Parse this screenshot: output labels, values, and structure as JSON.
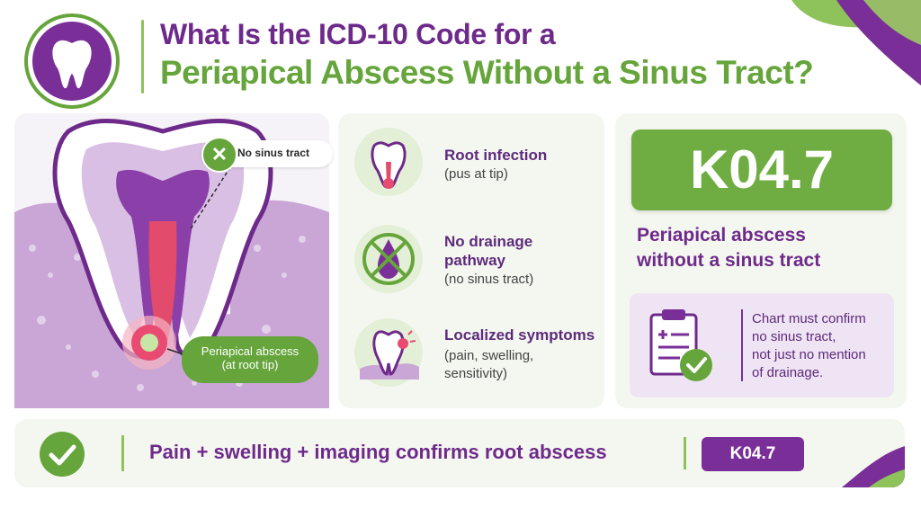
{
  "title": {
    "line1": "What Is the ICD-10 Code for a",
    "line2": "Periapical Abscess Without a Sinus Tract?"
  },
  "diagram": {
    "no_sinus_label": "No sinus tract",
    "abscess_label_line1": "Periapical abscess",
    "abscess_label_line2": "(at root tip)"
  },
  "features": [
    {
      "title": "Root infection",
      "sub": "(pus at tip)",
      "icon": "tooth-infection-icon"
    },
    {
      "title_line1": "No drainage",
      "title_line2": "pathway",
      "sub": "(no sinus tract)",
      "icon": "no-drainage-icon"
    },
    {
      "title": "Localized symptoms",
      "sub_line1": "(pain, swelling,",
      "sub_line2": "sensitivity)",
      "icon": "swollen-tooth-icon"
    }
  ],
  "code_card": {
    "code": "K04.7",
    "desc_line1": "Periapical abscess",
    "desc_line2": "without a sinus tract"
  },
  "note": {
    "line1": "Chart must confirm",
    "line2": "no sinus tract,",
    "line3": "not just no mention",
    "line4": "of drainage."
  },
  "footer": {
    "text": "Pain + swelling + imaging confirms root abscess",
    "code_badge": "K04.7"
  },
  "colors": {
    "purple": "#6e2a8a",
    "green": "#66a53b",
    "light_green": "#e8f1de",
    "light_purple": "#efe4f3"
  }
}
